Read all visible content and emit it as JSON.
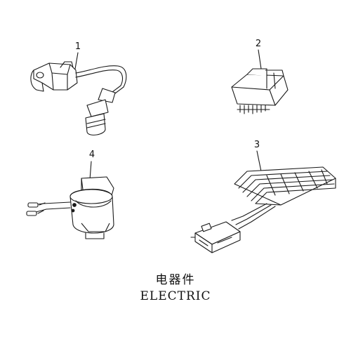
{
  "parts": [
    {
      "number": "1",
      "icon": "ignition-coil-icon"
    },
    {
      "number": "2",
      "icon": "relay-icon"
    },
    {
      "number": "3",
      "icon": "regulator-rectifier-icon"
    },
    {
      "number": "4",
      "icon": "cdi-unit-icon"
    }
  ],
  "caption": {
    "chinese": "电器件",
    "english": "ELECTRIC"
  }
}
